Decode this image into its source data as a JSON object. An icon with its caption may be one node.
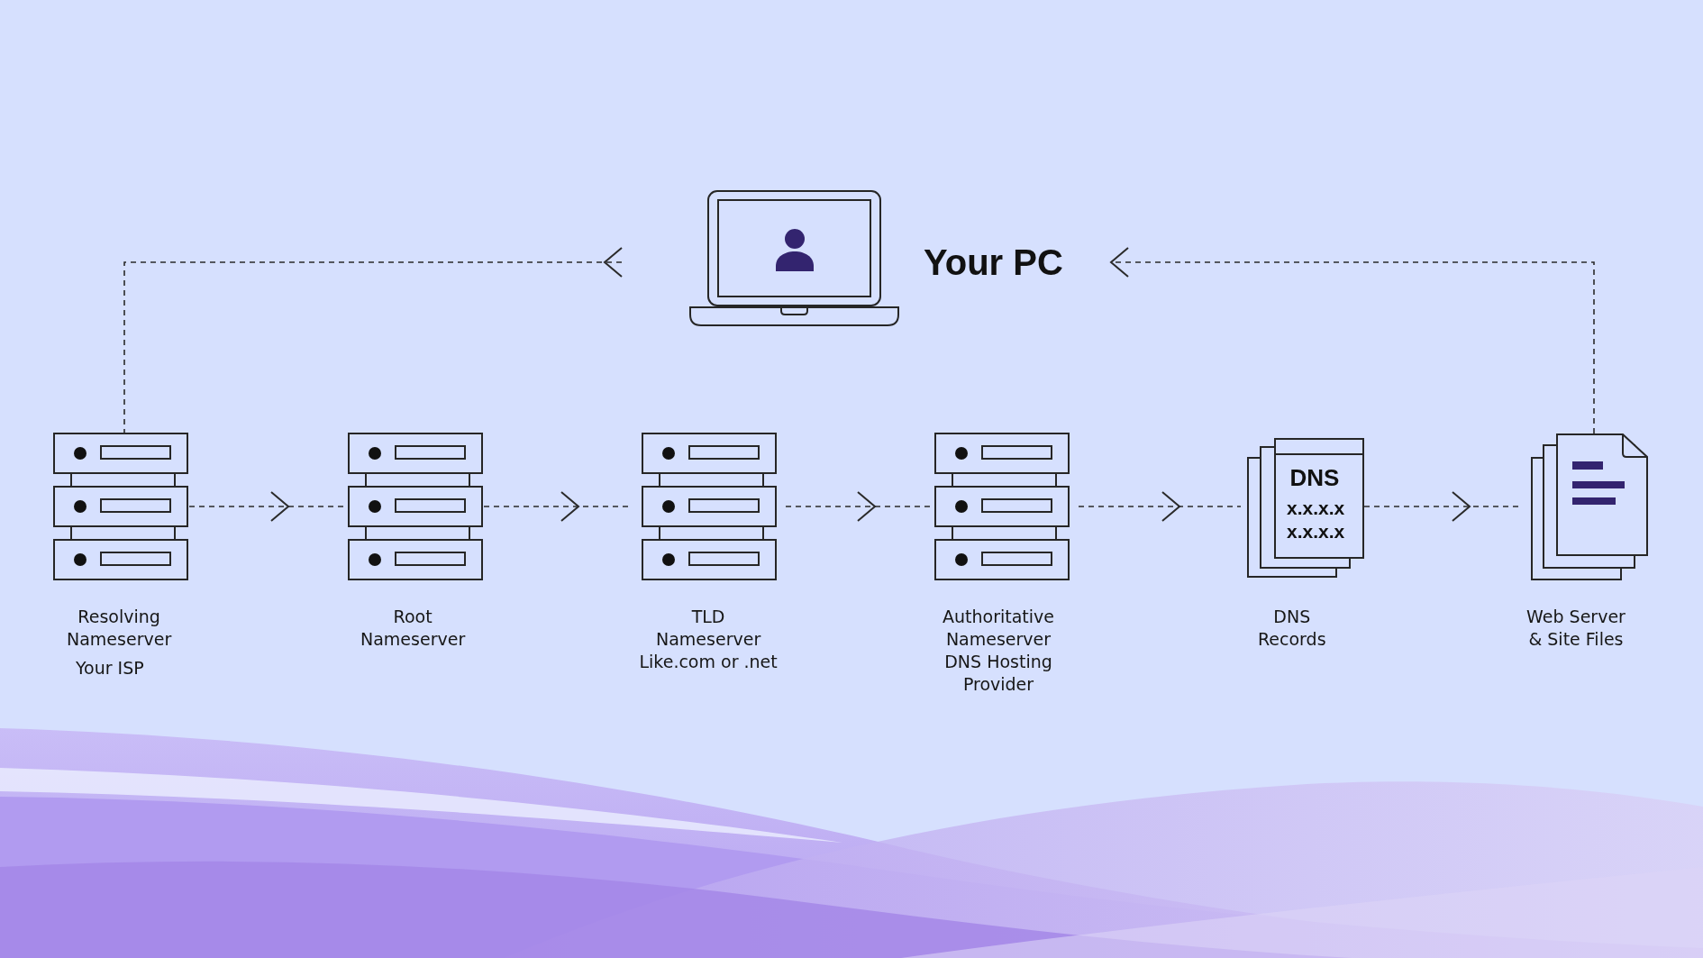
{
  "diagram": {
    "nodes": [
      {
        "text": [
          "Your PC"
        ]
      },
      {
        "text": [
          "Resolving Nameserver",
          "Your ISP"
        ]
      },
      {
        "text": [
          "Root Nameserver"
        ]
      },
      {
        "text": [
          "TLD Nameserver",
          "Like.com or .net"
        ]
      },
      {
        "text": [
          "Authoritative Nameserver",
          "DNS Hosting Provider"
        ]
      },
      {
        "text": [
          "DNS",
          "x.x.x.x x.x.x.x",
          "DNS Records"
        ]
      },
      {
        "text": [
          "Web Server & Site Files"
        ]
      }
    ],
    "edges": [
      {
        "from": 0,
        "to": 1,
        "arrow": "to",
        "style": "dashed"
      },
      {
        "from": 1,
        "to": 2,
        "arrow": "to",
        "style": "dashed"
      },
      {
        "from": 2,
        "to": 3,
        "arrow": "to",
        "style": "dashed"
      },
      {
        "from": 3,
        "to": 4,
        "arrow": "to",
        "style": "dashed"
      },
      {
        "from": 4,
        "to": 5,
        "arrow": "to",
        "style": "dashed"
      },
      {
        "from": 5,
        "to": 6,
        "arrow": "to",
        "style": "dashed"
      },
      {
        "from": 6,
        "to": 0,
        "arrow": "to",
        "style": "dashed"
      }
    ]
  }
}
